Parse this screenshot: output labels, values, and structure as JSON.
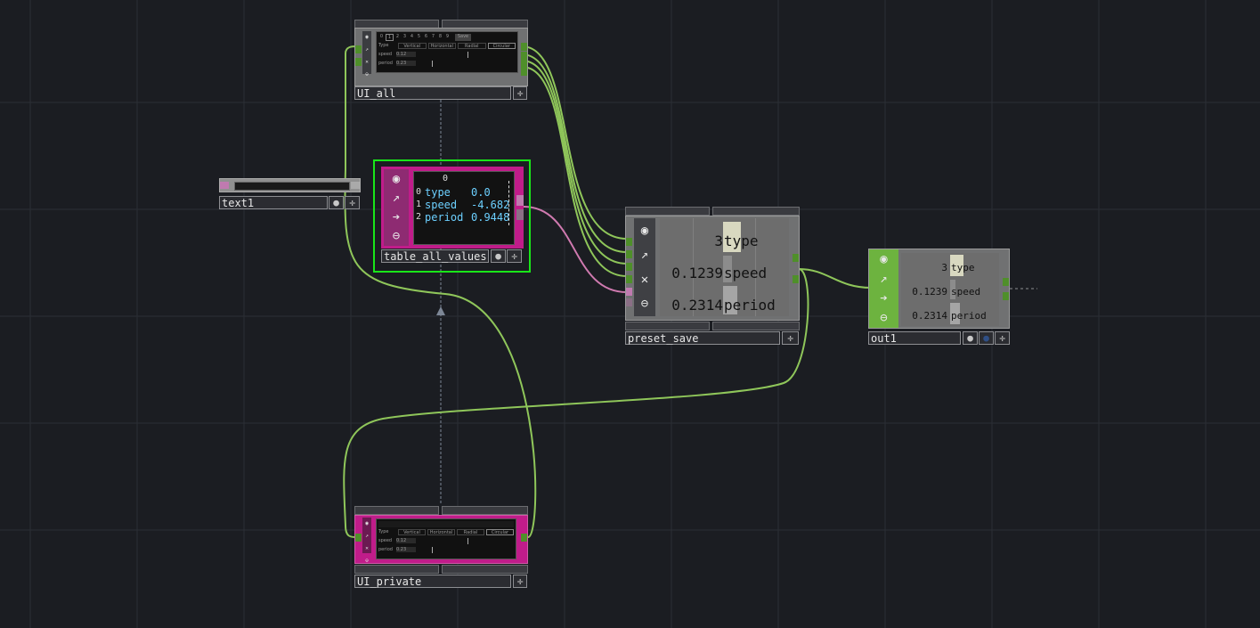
{
  "nodes": {
    "ui_all": {
      "name": "UI_all",
      "tabs": [
        "0",
        "1",
        "2",
        "3",
        "4",
        "5",
        "6",
        "7",
        "8",
        "9"
      ],
      "save_label": "Save",
      "type_label": "Type",
      "type_options": [
        "Vertical",
        "Horizontal",
        "Radial",
        "Circular"
      ],
      "speed_label": "speed",
      "speed_value": "0.12",
      "period_label": "period",
      "period_value": "0.23"
    },
    "ui_private": {
      "name": "UI_private",
      "type_label": "Type",
      "type_options": [
        "Vertical",
        "Horizontal",
        "Radial",
        "Circular"
      ],
      "speed_label": "speed",
      "speed_value": "0.12",
      "period_label": "period",
      "period_value": "0.23"
    },
    "text1": {
      "name": "text1"
    },
    "table_all_values": {
      "name": "table_all_values",
      "col_header": "0",
      "rows": [
        {
          "index": "0",
          "key": "type",
          "value": "0.0"
        },
        {
          "index": "1",
          "key": "speed",
          "value": "-4.682"
        },
        {
          "index": "2",
          "key": "period",
          "value": "0.9448"
        }
      ]
    },
    "preset_save": {
      "name": "preset_save",
      "channels": [
        {
          "value": "3",
          "name": "type"
        },
        {
          "value": "0.1239",
          "name": "speed"
        },
        {
          "value": "0.2314",
          "name": "period"
        }
      ]
    },
    "out1": {
      "name": "out1",
      "channels": [
        {
          "value": "3",
          "name": "type"
        },
        {
          "value": "0.1239",
          "name": "speed"
        },
        {
          "value": "0.2314",
          "name": "period"
        }
      ]
    }
  },
  "icons": {
    "viewer": "viewer-icon",
    "cook": "cook-icon",
    "bypass": "bypass-icon",
    "lock": "lock-icon",
    "plus": "plus-icon"
  },
  "colors": {
    "background": "#1b1d22",
    "wire_chop": "#8fc65a",
    "wire_dat": "#d07ab0",
    "dat_accent": "#c01c8a",
    "chop_accent": "#6db33f",
    "selection": "#19e619"
  }
}
